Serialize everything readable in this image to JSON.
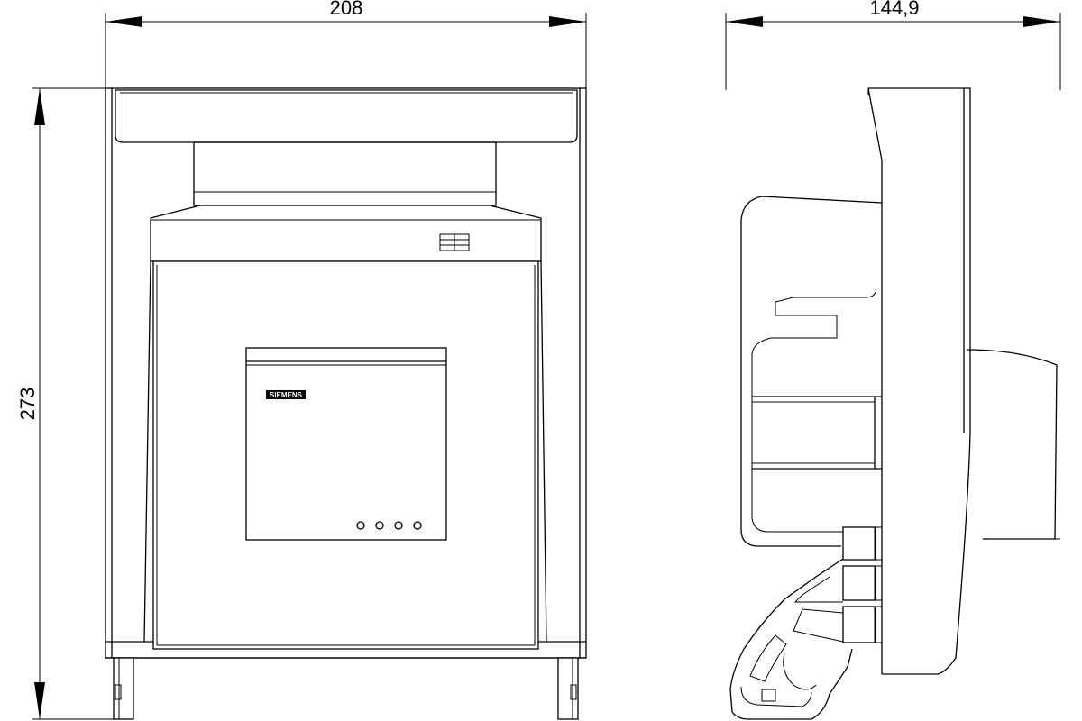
{
  "dimensions": {
    "front_width": "208",
    "side_depth": "144,9",
    "height": "273"
  },
  "nameplate": {
    "brand": "SIEMENS"
  }
}
